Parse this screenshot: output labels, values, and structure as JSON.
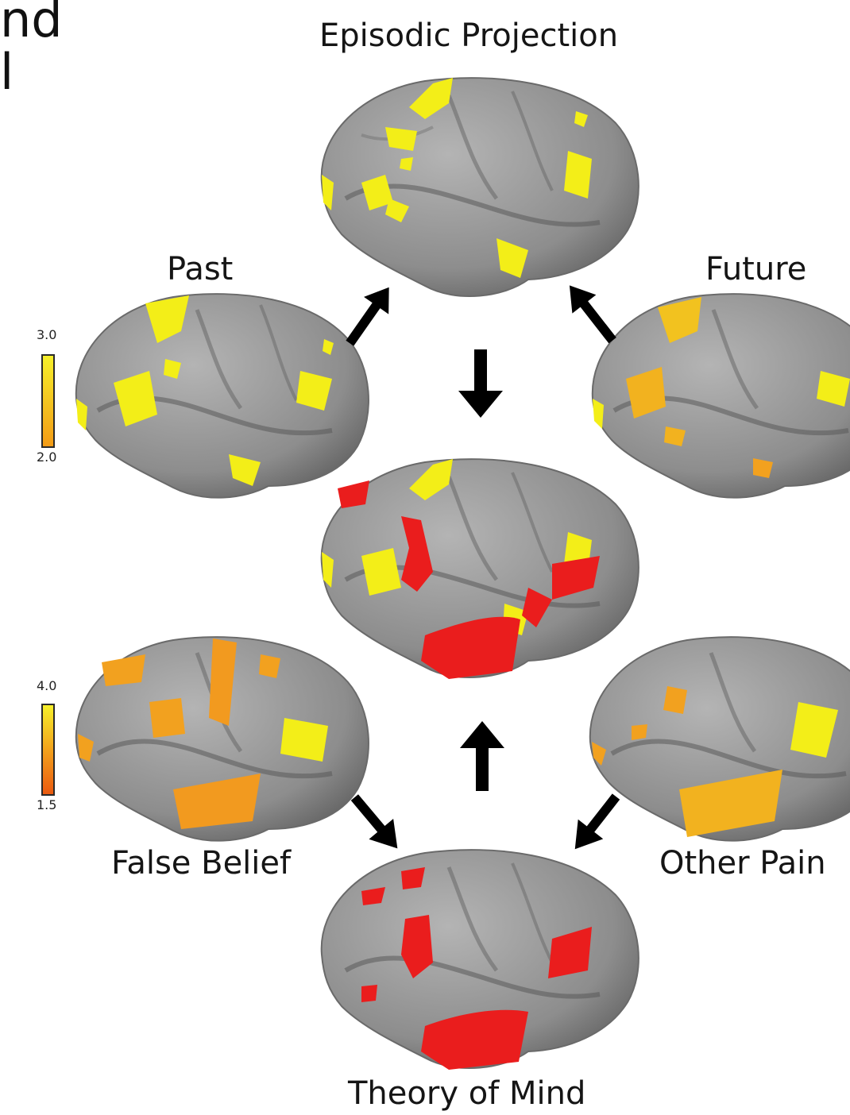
{
  "fragments": {
    "line1": "nd",
    "line2": "l"
  },
  "labels": {
    "episodic": "Episodic Projection",
    "past": "Past",
    "future": "Future",
    "false_belief": "False Belief",
    "other_pain": "Other Pain",
    "theory_of_mind": "Theory of Mind"
  },
  "colorbars": {
    "top": {
      "max": "3.0",
      "min": "2.0"
    },
    "bottom": {
      "max": "4.0",
      "min": "1.5"
    }
  },
  "colors": {
    "brain_gray": "#8f8f8f",
    "yellow": "#f3ee18",
    "orange": "#f2a11f",
    "red": "#ea1d1d",
    "arrow": "#000000"
  }
}
